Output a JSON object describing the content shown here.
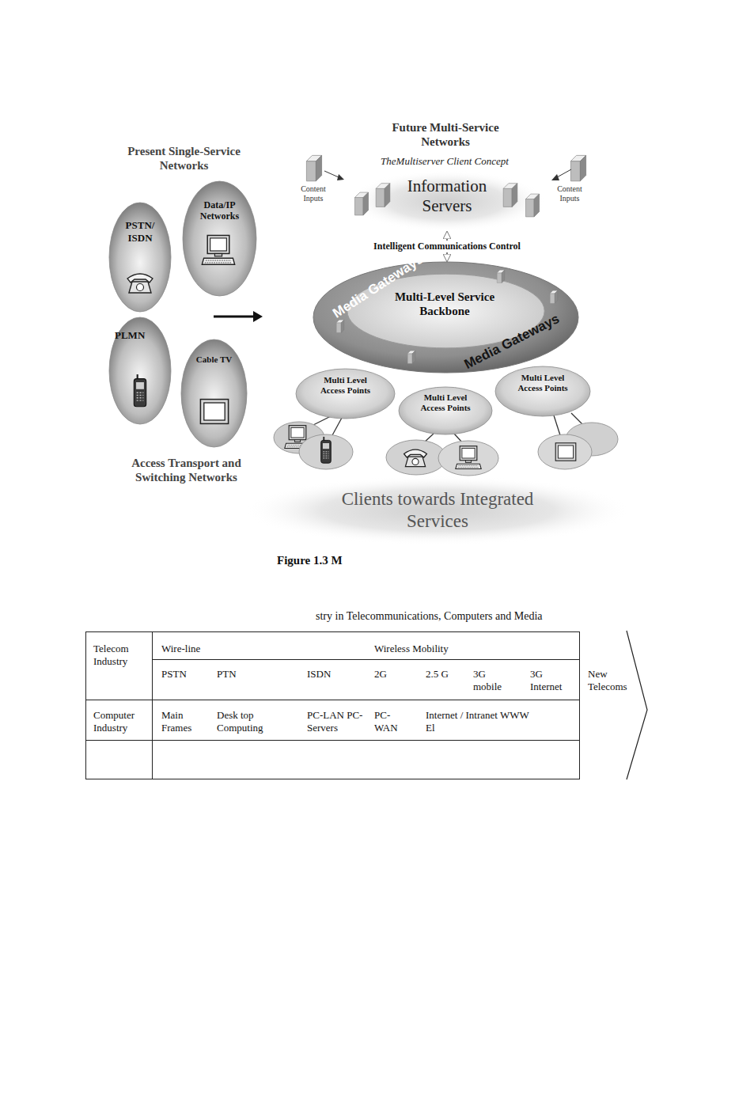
{
  "diagram": {
    "caption": "Figure 1.3 M",
    "nodes": [
      {
        "text": [
          "PSTN/ ISDN"
        ]
      },
      {
        "text": [
          "Data/IP Networks"
        ]
      },
      {
        "text": [
          "PLMN"
        ]
      },
      {
        "text": [
          "Cable TV"
        ]
      },
      {
        "text": [
          "Information Servers"
        ]
      },
      {
        "text": [
          "Multi-Level Service Backbone"
        ]
      },
      {
        "text": [
          "Multi Level Access Points"
        ]
      },
      {
        "text": [
          "Multi Level Access Points"
        ]
      },
      {
        "text": [
          "Multi Level Access Points"
        ]
      }
    ],
    "edges": [
      {
        "from": 4,
        "to": 5,
        "arrow": "both",
        "label": "Intelligent Communications Control"
      }
    ],
    "labels": [
      "Present Single-Service Networks",
      "Access Transport and Switching Networks",
      "Future Multi-Service Networks",
      "TheMultiserver Client Concept",
      "Content Inputs",
      "Content Inputs",
      "Media Gateways",
      "Media Gateways",
      "Clients towards Integrated Services",
      "stry in Telecommunications, Computers and Media",
      "Telecom Industry",
      "Wire-line",
      "Wireless Mobility",
      "PSTN",
      "PTN",
      "ISDN",
      "2G",
      "2.5 G",
      "3G mobile",
      "3G Internet",
      "New Telecoms",
      "Computer Industry",
      "Main Frames",
      "Desk top Computing",
      "PC-LAN PC-Servers",
      "PC-WAN",
      "Internet / Intranet WWW El"
    ]
  }
}
